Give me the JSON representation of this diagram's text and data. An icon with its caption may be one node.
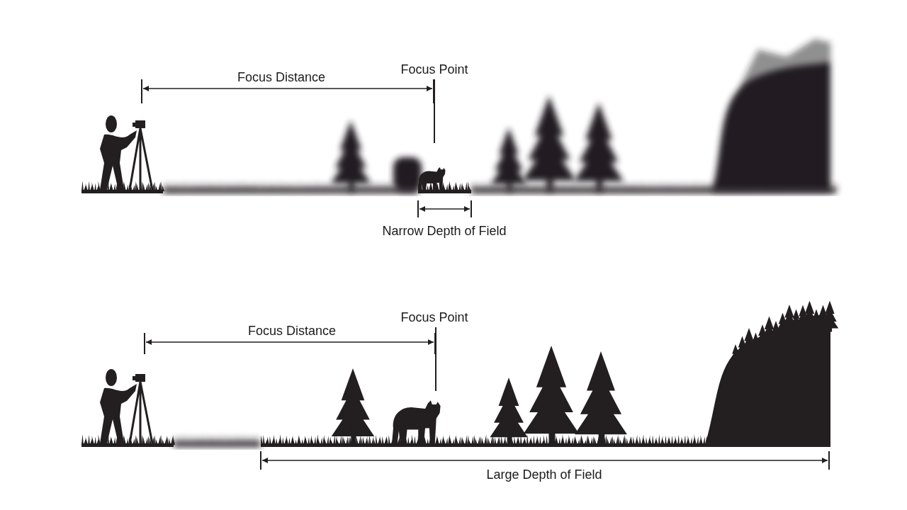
{
  "diagram": {
    "labels": [
      "Focus Distance",
      "Focus Point",
      "Narrow Depth of Field",
      "Focus Distance",
      "Focus Point",
      "Large Depth of Field"
    ]
  }
}
